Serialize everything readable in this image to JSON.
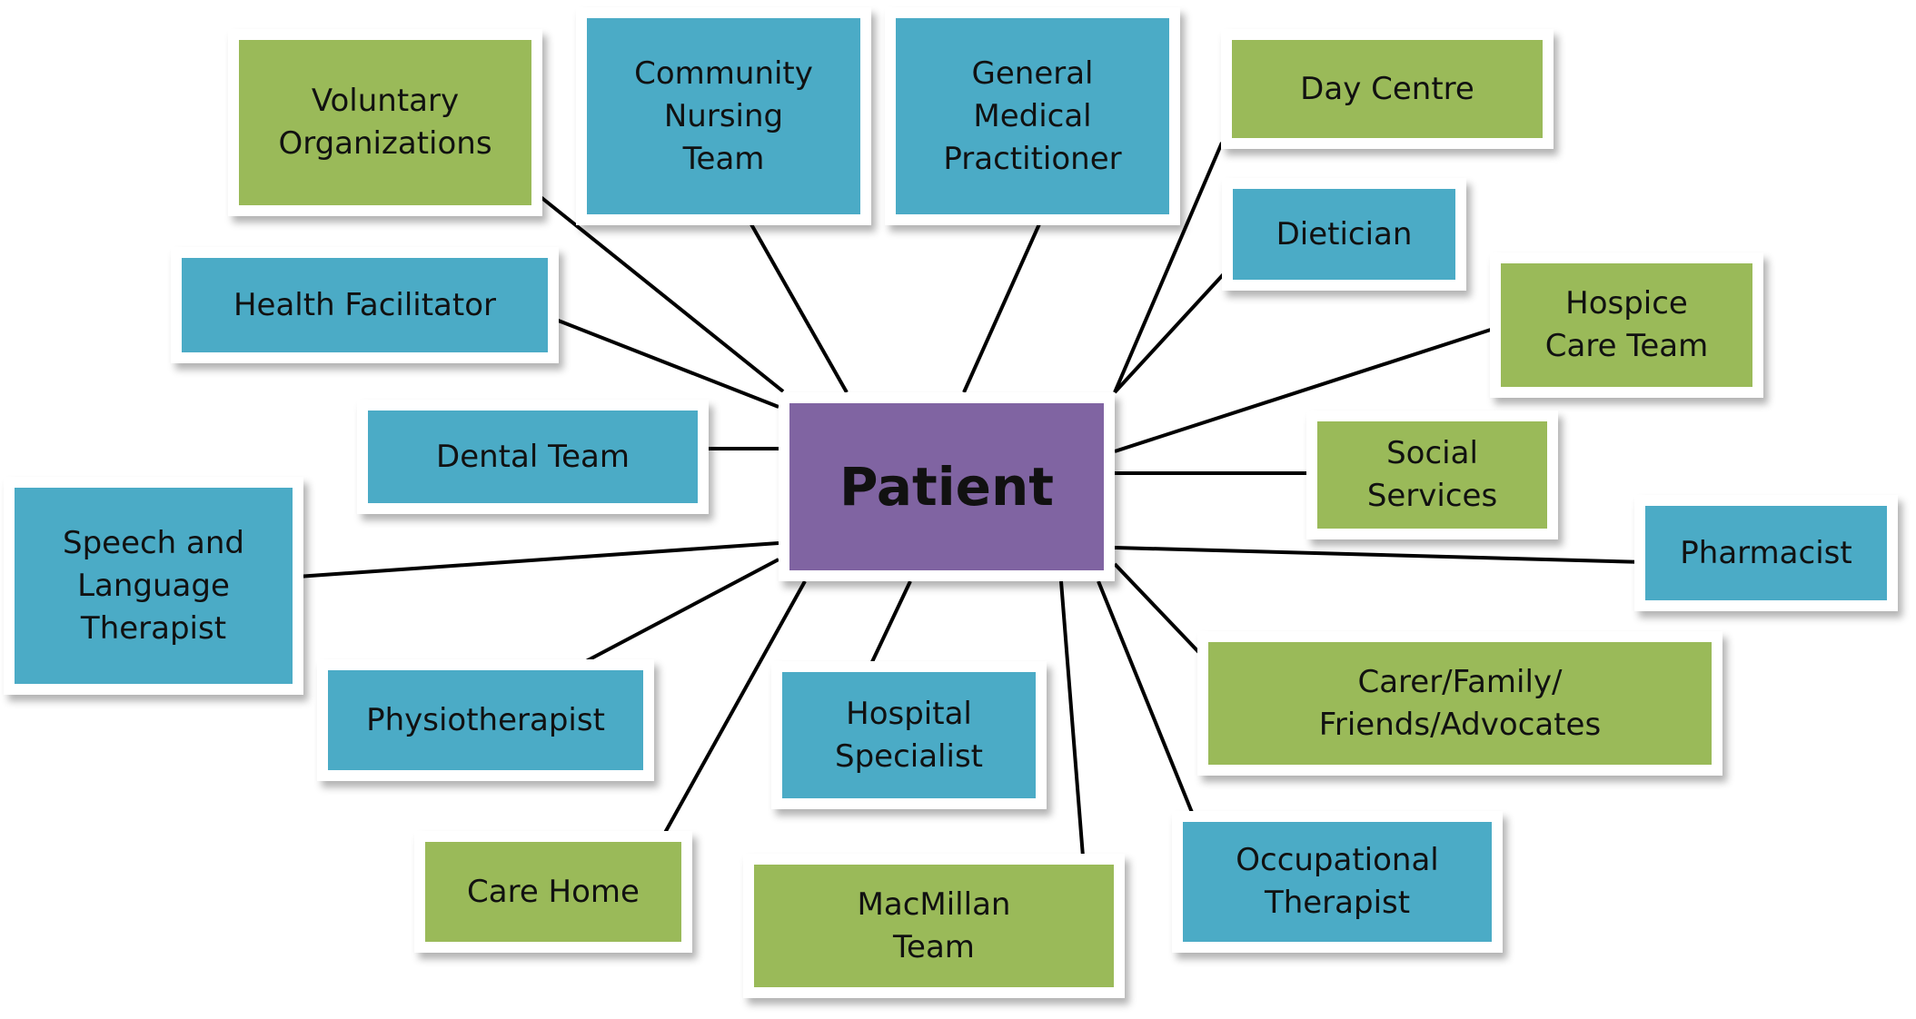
{
  "colors": {
    "blue": "#4babc6",
    "green": "#9aba59",
    "center": "#8064a2",
    "line": "#000000"
  },
  "center": {
    "label": "Patient"
  },
  "nodes": {
    "voluntary": "Voluntary\nOrganizations",
    "community_nursing": "Community\nNursing\nTeam",
    "gp": "General\nMedical\nPractitioner",
    "day_centre": "Day Centre",
    "health_facilitator": "Health Facilitator",
    "dietician": "Dietician",
    "hospice": "Hospice\nCare Team",
    "dental": "Dental Team",
    "social_services": "Social\nServices",
    "speech": "Speech and\nLanguage\nTherapist",
    "pharmacist": "Pharmacist",
    "physio": "Physiotherapist",
    "hospital_specialist": "Hospital\nSpecialist",
    "carer": "Carer/Family/\nFriends/Advocates",
    "care_home": "Care Home",
    "macmillan": "MacMillan\nTeam",
    "occupational": "Occupational\nTherapist"
  }
}
